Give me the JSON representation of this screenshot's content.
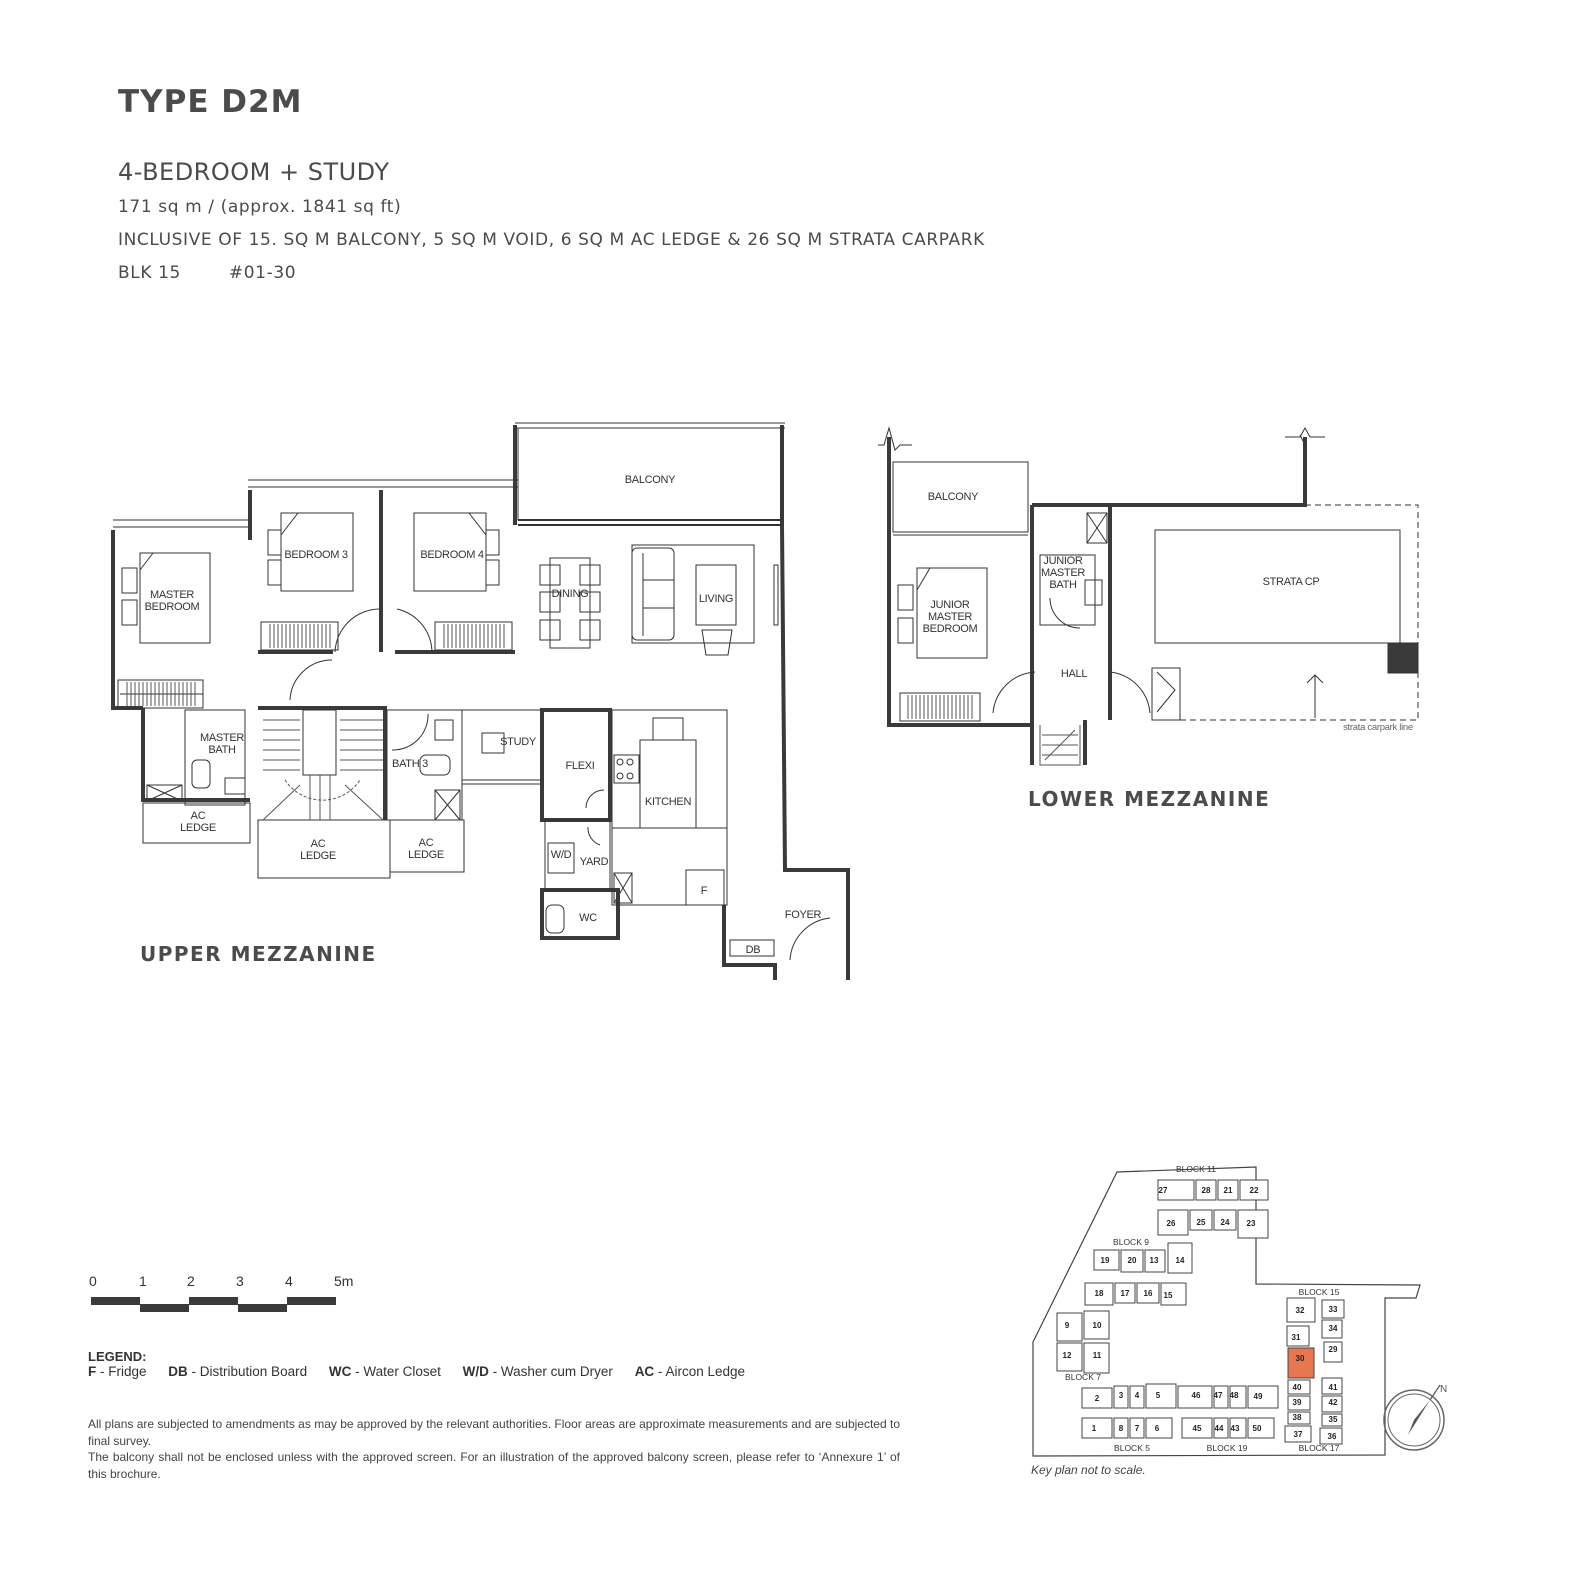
{
  "header": {
    "unit_type": "TYPE D2M",
    "configuration": "4-BEDROOM + STUDY",
    "area": "171 sq m / (approx. 1841 sq ft)",
    "inclusions": "INCLUSIVE OF 15. SQ M BALCONY, 5 SQ M VOID, 6 SQ M AC LEDGE & 26 SQ M STRATA CARPARK",
    "block": "BLK 15",
    "unit_no": "#01-30"
  },
  "upper_mezzanine": {
    "label": "UPPER MEZZANINE",
    "rooms": {
      "balcony": "BALCONY",
      "master_bedroom_1": "MASTER",
      "master_bedroom_2": "BEDROOM",
      "bedroom3": "BEDROOM 3",
      "bedroom4": "BEDROOM 4",
      "dining": "DINING",
      "living": "LIVING",
      "master_bath_1": "MASTER",
      "master_bath_2": "BATH",
      "bath3": "BATH 3",
      "study": "STUDY",
      "flexi": "FLEXI",
      "kitchen": "KITCHEN",
      "wd": "W/D",
      "yard": "YARD",
      "wc": "WC",
      "fridge": "F",
      "foyer": "FOYER",
      "db": "DB",
      "ac_ledge_1": "AC",
      "ac_ledge_2": "LEDGE"
    }
  },
  "lower_mezzanine": {
    "label": "LOWER MEZZANINE",
    "rooms": {
      "balcony": "BALCONY",
      "jmb_1": "JUNIOR",
      "jmb_2": "MASTER",
      "jmb_3": "BEDROOM",
      "jmbath_1": "JUNIOR",
      "jmbath_2": "MASTER",
      "jmbath_3": "BATH",
      "hall": "HALL",
      "strata_cp": "STRATA CP",
      "strata_line": "strata carpark line"
    }
  },
  "scale_bar": {
    "ticks": [
      "0",
      "1",
      "2",
      "3",
      "4",
      "5m"
    ]
  },
  "legend": {
    "title": "LEGEND:",
    "items": [
      {
        "abbr": "F",
        "desc": "Fridge"
      },
      {
        "abbr": "DB",
        "desc": "Distribution Board"
      },
      {
        "abbr": "WC",
        "desc": "Water Closet"
      },
      {
        "abbr": "W/D",
        "desc": "Washer cum Dryer"
      },
      {
        "abbr": "AC",
        "desc": "Aircon Ledge"
      }
    ],
    "separator": " - "
  },
  "disclaimer": {
    "line1": "All plans are subjected to amendments as may be approved by the relevant authorities. Floor areas are approximate measurements and are subjected to final survey.",
    "line2": "The balcony shall not be enclosed unless with the approved screen. For an illustration of the approved balcony screen, please refer to ‘Annexure 1’ of this brochure."
  },
  "key_plan": {
    "caption": "Key plan not to scale.",
    "highlight_color": "#e8774f",
    "highlighted_unit": "30",
    "blocks": {
      "block11": "BLOCK 11",
      "block9": "BLOCK 9",
      "block7": "BLOCK 7",
      "block5": "BLOCK 5",
      "block19": "BLOCK 19",
      "block17": "BLOCK 17",
      "block15": "BLOCK 15"
    },
    "units": {
      "u1": "1",
      "u2": "2",
      "u3": "3",
      "u4": "4",
      "u5": "5",
      "u6": "6",
      "u7": "7",
      "u8": "8",
      "u9": "9",
      "u10": "10",
      "u11": "11",
      "u12": "12",
      "u13": "13",
      "u14": "14",
      "u15": "15",
      "u16": "16",
      "u17": "17",
      "u18": "18",
      "u19": "19",
      "u20": "20",
      "u21": "21",
      "u22": "22",
      "u23": "23",
      "u24": "24",
      "u25": "25",
      "u26": "26",
      "u27": "27",
      "u28": "28",
      "u29": "29",
      "u30": "30",
      "u31": "31",
      "u32": "32",
      "u33": "33",
      "u34": "34",
      "u35": "35",
      "u36": "36",
      "u37": "37",
      "u38": "38",
      "u39": "39",
      "u40": "40",
      "u41": "41",
      "u42": "42",
      "u43": "43",
      "u44": "44",
      "u45": "45",
      "u46": "46",
      "u47": "47",
      "u48": "48",
      "u49": "49",
      "u50": "50"
    },
    "north": "N"
  }
}
